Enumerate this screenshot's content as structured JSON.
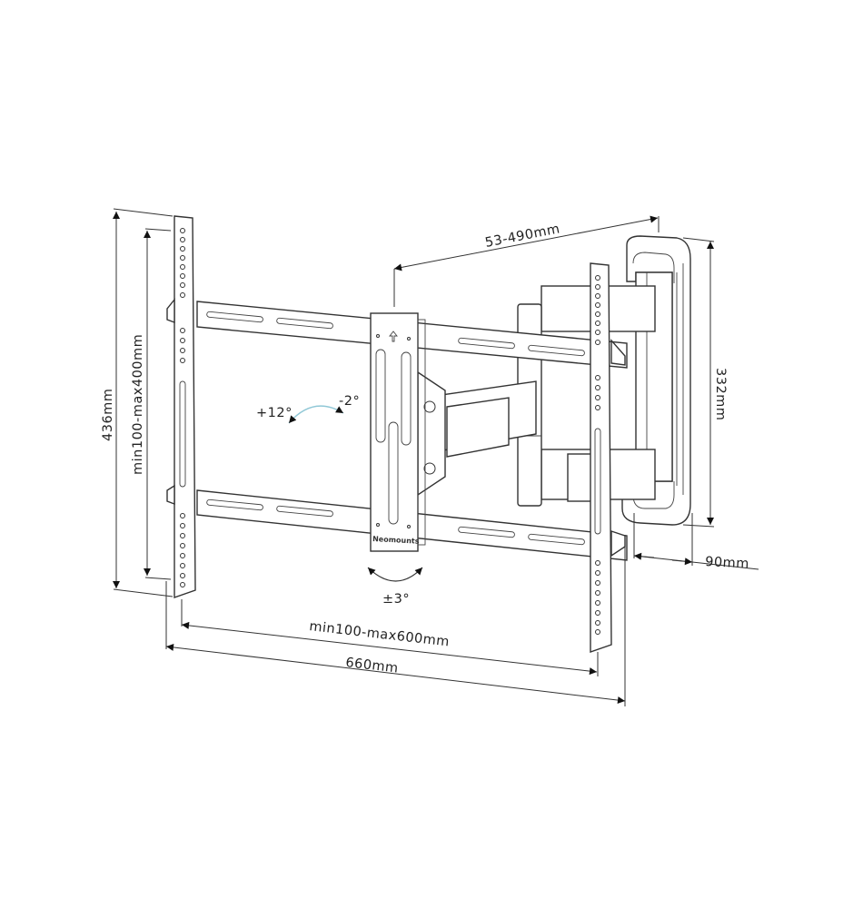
{
  "diagram": {
    "brand_logo": "Neomounts",
    "dimensions": {
      "overall_height": "436mm",
      "vesa_height": "min100-max400mm",
      "extension": "53-490mm",
      "wall_plate_height": "332mm",
      "wall_plate_depth": "90mm",
      "vesa_width": "min100-max600mm",
      "overall_width": "660mm"
    },
    "angles": {
      "tilt_up": "+12°",
      "tilt_down": "-2°",
      "rotation": "±3°"
    },
    "colors": {
      "line": "#333333",
      "tilt_arc": "#8fc7d6"
    }
  }
}
